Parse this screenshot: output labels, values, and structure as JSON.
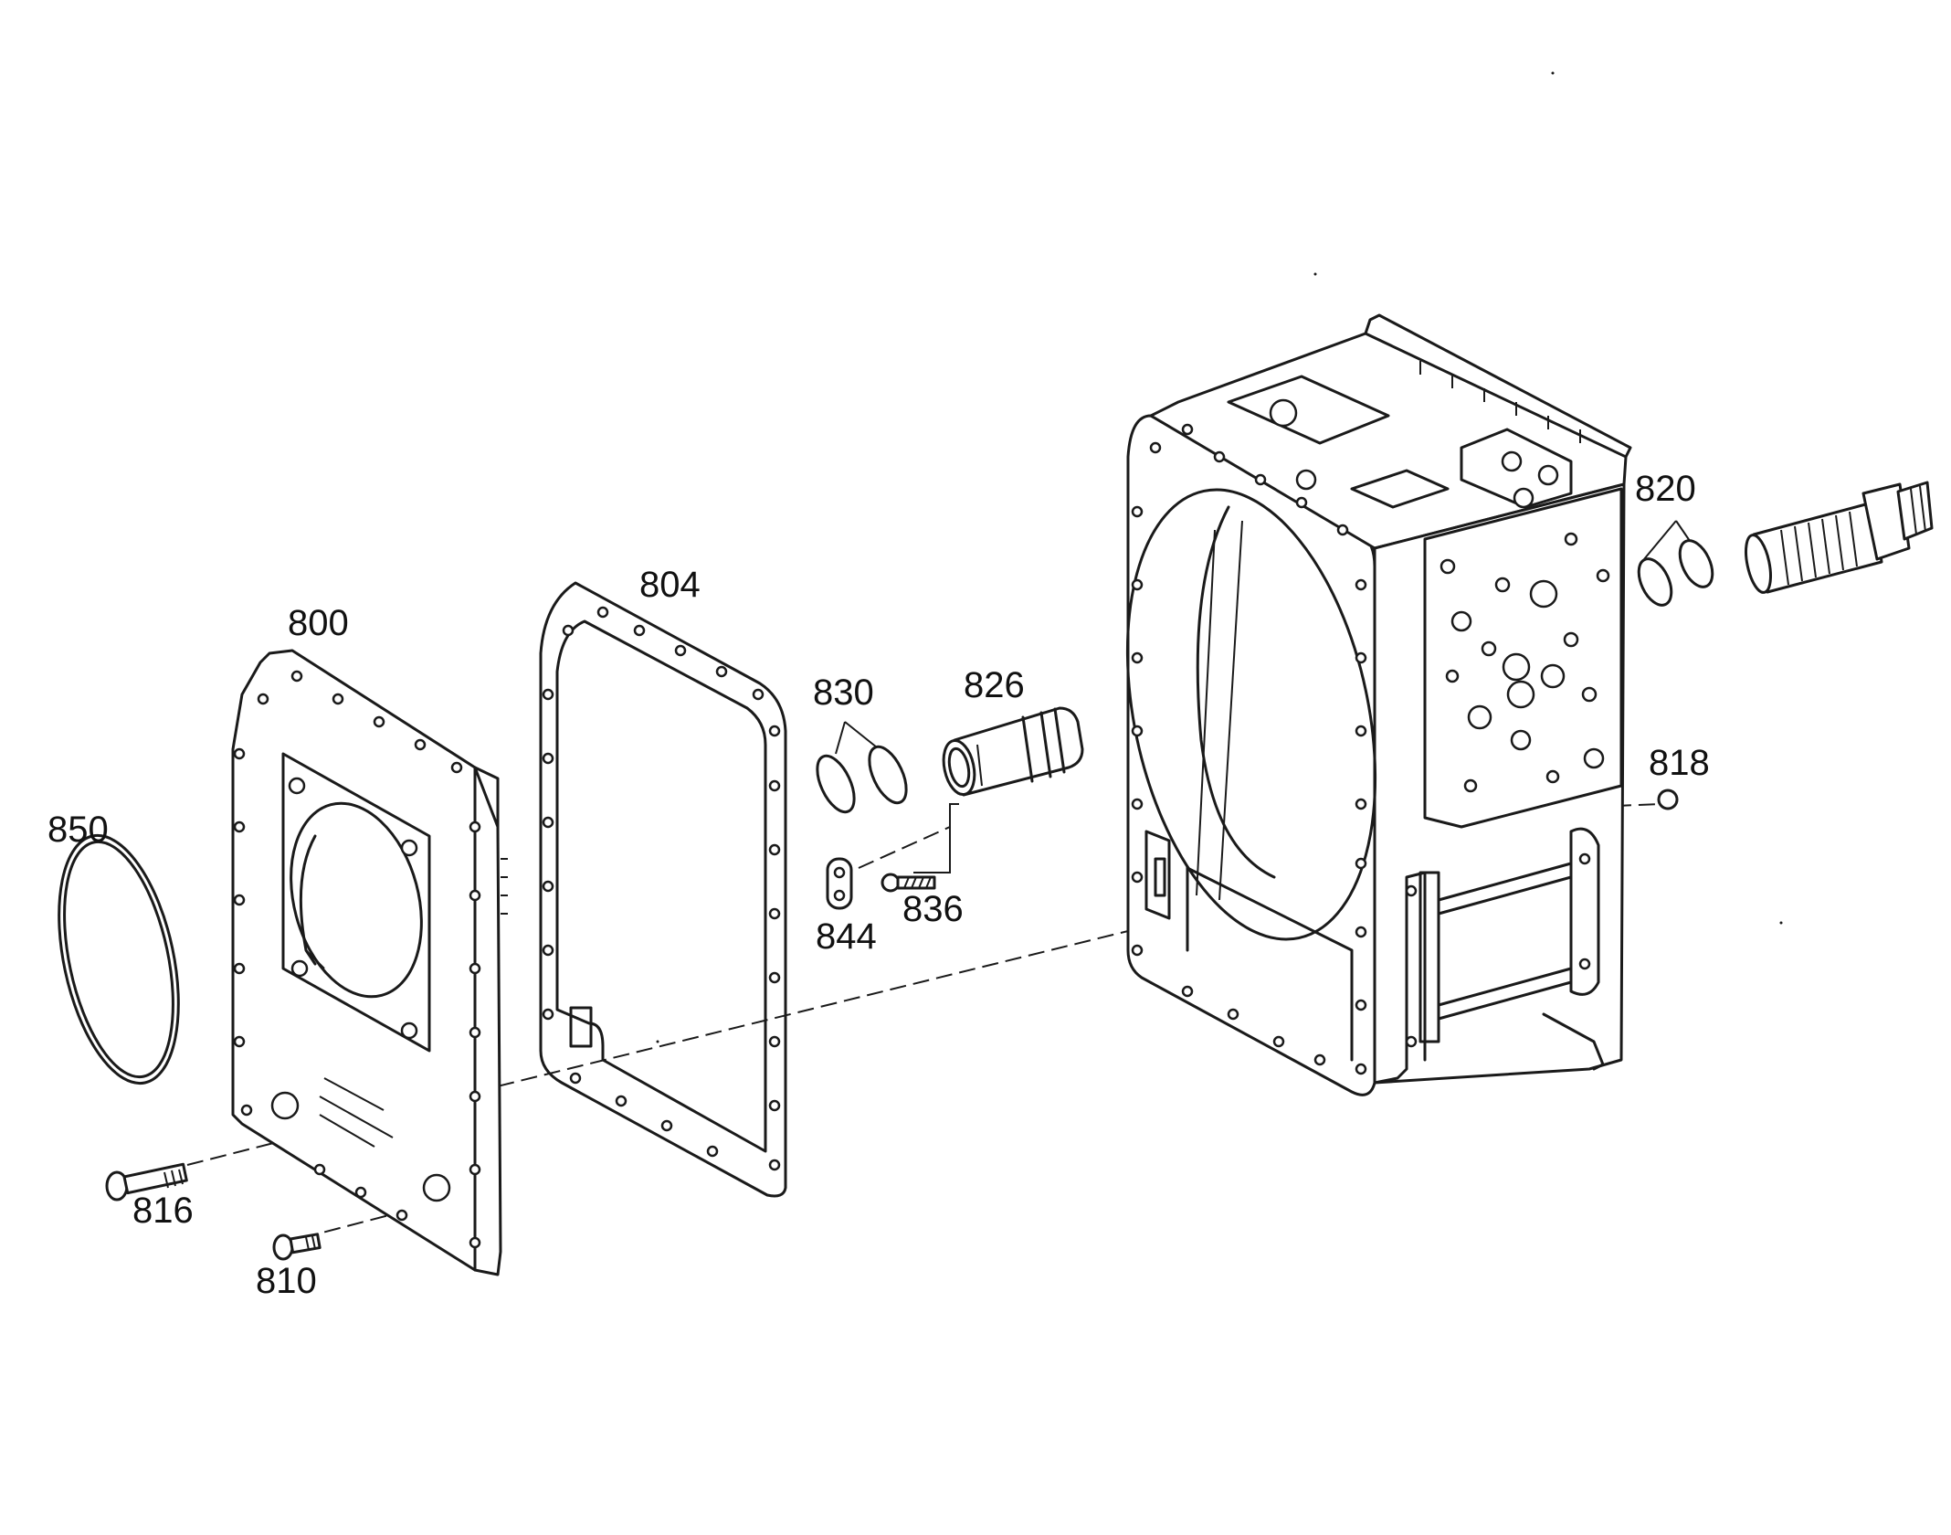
{
  "labels": {
    "p800": "800",
    "p804": "804",
    "p810": "810",
    "p816": "816",
    "p818": "818",
    "p820": "820",
    "p826": "826",
    "p830": "830",
    "p836": "836",
    "p844": "844",
    "p850": "850"
  }
}
